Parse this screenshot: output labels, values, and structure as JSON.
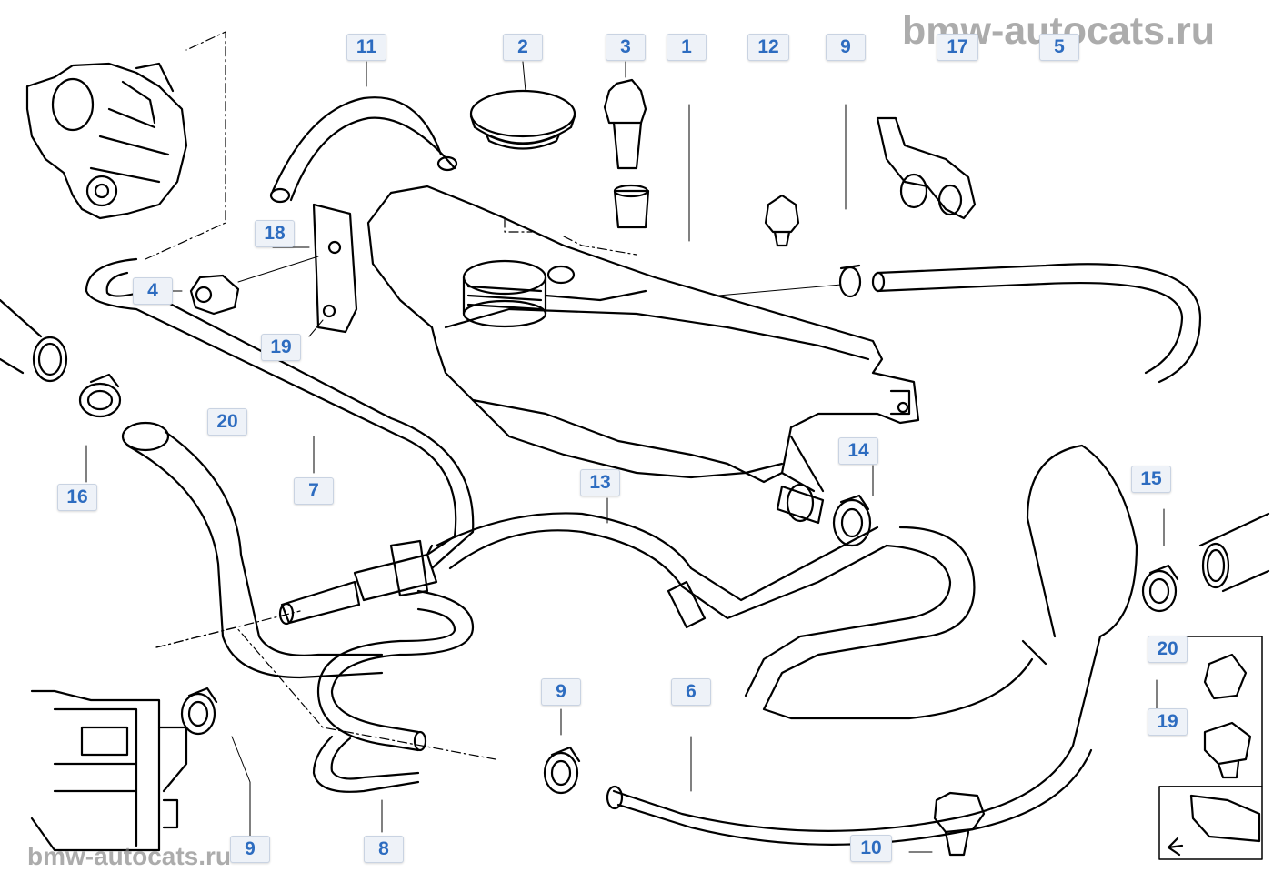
{
  "watermarks": {
    "top": "bmw-autocats.ru",
    "bottom": "bmw-autocats.ru"
  },
  "callouts": {
    "c11": "11",
    "c2": "2",
    "c3": "3",
    "c1": "1",
    "c12": "12",
    "c9a": "9",
    "c17": "17",
    "c5": "5",
    "c18": "18",
    "c4": "4",
    "c19a": "19",
    "c20a": "20",
    "c16": "16",
    "c7": "7",
    "c13": "13",
    "c14": "14",
    "c15": "15",
    "c20b": "20",
    "c19b": "19",
    "c9b": "9",
    "c6": "6",
    "c9c": "9",
    "c8": "8",
    "c10": "10"
  },
  "colors": {
    "label_text": "#2d6cc0",
    "label_bg": "#eef2f8",
    "line_art": "#000000",
    "watermark": "#808080"
  }
}
